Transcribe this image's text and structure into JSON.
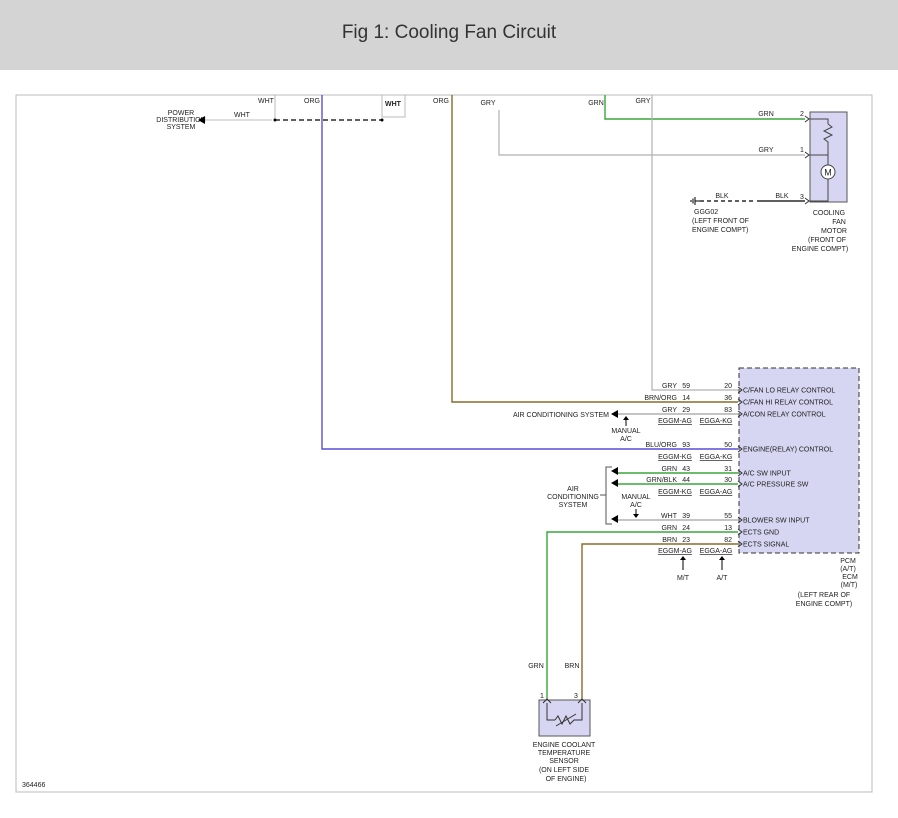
{
  "title": "Fig 1: Cooling Fan Circuit",
  "figure_id": "364466",
  "colors": {
    "grn": "#3aa63a",
    "gry": "#b0b0b0",
    "brown": "#8a6a2a",
    "blue": "#5a4fd6",
    "module_fill": "#d6d6f2"
  },
  "top": {
    "power_distribution": [
      "POWER",
      "DISTRIBUTION",
      "SYSTEM"
    ],
    "wht_left": "WHT",
    "wht_wire": "WHT",
    "wht_bold": "WHT",
    "org_a": "ORG",
    "org_b": "ORG",
    "gry_a": "GRY",
    "grn_top": "GRN",
    "gry_top": "GRY"
  },
  "fan": {
    "pins": [
      {
        "wire": "GRN",
        "pin": "2"
      },
      {
        "wire": "GRY",
        "pin": "1"
      },
      {
        "wire": "BLK",
        "pin": "3"
      }
    ],
    "blk_left": "BLK",
    "motor_symbol": "M",
    "ground_label": [
      "GGG02",
      "(LEFT FRONT OF",
      "ENGINE COMPT)"
    ],
    "component_label": [
      "COOLING",
      "FAN",
      "MOTOR",
      "(FRONT OF",
      "ENGINE COMPT)"
    ]
  },
  "pcm": {
    "rows": [
      {
        "wire": "GRY",
        "left_pin": "59",
        "right_pin": "20",
        "function": "C/FAN LO RELAY CONTROL"
      },
      {
        "wire": "BRN/ORG",
        "left_pin": "14",
        "right_pin": "36",
        "function": "C/FAN HI RELAY CONTROL"
      },
      {
        "wire": "GRY",
        "left_pin": "29",
        "right_pin": "83",
        "function": "A/CON RELAY CONTROL"
      },
      {
        "wire": "BLU/ORG",
        "left_pin": "93",
        "right_pin": "50",
        "function": "ENGINE(RELAY) CONTROL"
      },
      {
        "wire": "GRN",
        "left_pin": "43",
        "right_pin": "31",
        "function": "A/C SW INPUT"
      },
      {
        "wire": "GRN/BLK",
        "left_pin": "44",
        "right_pin": "30",
        "function": "A/C PRESSURE SW"
      },
      {
        "wire": "WHT",
        "left_pin": "39",
        "right_pin": "55",
        "function": "BLOWER SW INPUT"
      },
      {
        "wire": "GRN",
        "left_pin": "24",
        "right_pin": "13",
        "function": "ECTS GND"
      },
      {
        "wire": "BRN",
        "left_pin": "23",
        "right_pin": "82",
        "function": "ECTS SIGNAL"
      }
    ],
    "connector_labels": {
      "row1_left": "EGGM-AG",
      "row1_right": "EGGA-KG",
      "row2_left": "EGGM-KG",
      "row2_right": "EGGA-KG",
      "row3_left": "EGGM-KG",
      "row3_right": "EGGA-AG",
      "row4_left": "EGGM-AG",
      "row4_right": "EGGA-AG"
    },
    "ac_system_1": "AIR CONDITIONING SYSTEM",
    "manual_ac_1": [
      "MANUAL",
      "A/C"
    ],
    "ac_system_2": [
      "AIR",
      "CONDITIONING",
      "SYSTEM"
    ],
    "manual_ac_2": [
      "MANUAL",
      "A/C"
    ],
    "mt": "M/T",
    "at": "A/T",
    "module_label": [
      "PCM",
      "(A/T)",
      "ECM",
      "(M/T)",
      "(LEFT REAR OF",
      "ENGINE COMPT)"
    ]
  },
  "sensor": {
    "wire_left": "GRN",
    "wire_right": "BRN",
    "pin_left": "1",
    "pin_right": "3",
    "label": [
      "ENGINE COOLANT",
      "TEMPERATURE",
      "SENSOR",
      "(ON LEFT SIDE",
      "OF ENGINE)"
    ]
  }
}
